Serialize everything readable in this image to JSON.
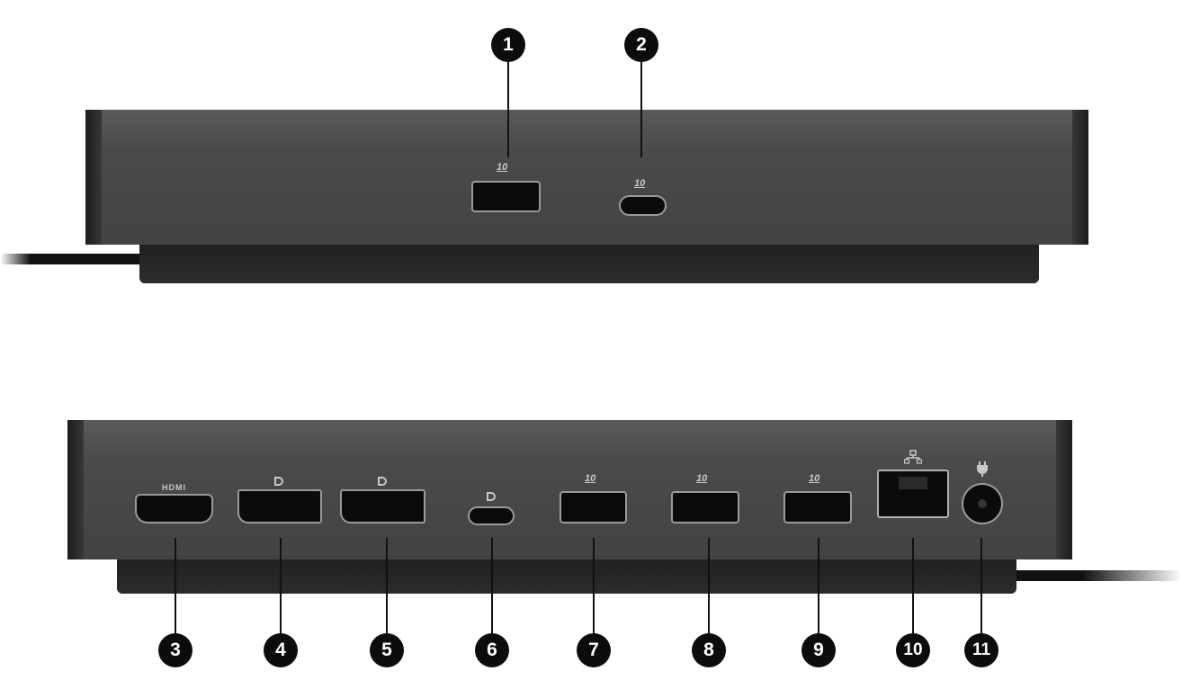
{
  "front_view": {
    "callouts": [
      "1",
      "2"
    ],
    "port_speed_labels": [
      "10",
      "10"
    ]
  },
  "rear_view": {
    "callouts": [
      "3",
      "4",
      "5",
      "6",
      "7",
      "8",
      "9",
      "10",
      "11"
    ],
    "hdmi_label": "HDMI",
    "port_speed_labels": [
      "10",
      "10",
      "10"
    ]
  },
  "colors": {
    "body": "#4a4a4c",
    "callout": "#0c0c0c"
  }
}
